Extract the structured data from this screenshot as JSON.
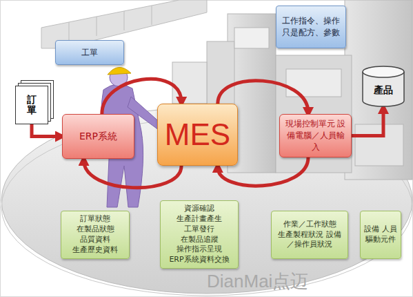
{
  "diagram": {
    "nodes": [
      {
        "text": [
          "工單"
        ]
      },
      {
        "text": [
          "工作指令、操作只是配方、參數"
        ]
      },
      {
        "text": [
          "訂單"
        ]
      },
      {
        "text": [
          "ERP系統"
        ]
      },
      {
        "text": [
          "MES"
        ]
      },
      {
        "text": [
          "現場控制單元 設備電腦／人員輸入"
        ]
      },
      {
        "text": [
          "產品"
        ]
      },
      {
        "text": [
          "訂單狀態 在製品狀態 品質資料 生產歷史資料"
        ]
      },
      {
        "text": [
          "資源確認 生產計畫產生 工單發行 在製品追蹤 操作指示呈現 ERP系統資料交換"
        ]
      },
      {
        "text": [
          "作業／工作狀態 生產製程狀況 設備／操作員狀況"
        ]
      },
      {
        "text": [
          "設備 人員 驅動元件"
        ]
      }
    ],
    "edges": [
      {
        "from": 2,
        "to": 3,
        "arrow": "to"
      },
      {
        "from": 3,
        "to": 4,
        "arrow": "to"
      },
      {
        "from": 4,
        "to": 3,
        "arrow": "to"
      },
      {
        "from": 4,
        "to": 5,
        "arrow": "to"
      },
      {
        "from": 5,
        "to": 4,
        "arrow": "to"
      },
      {
        "from": 5,
        "to": 6,
        "arrow": "to"
      }
    ],
    "labels": [
      "DianMai点迈"
    ]
  }
}
